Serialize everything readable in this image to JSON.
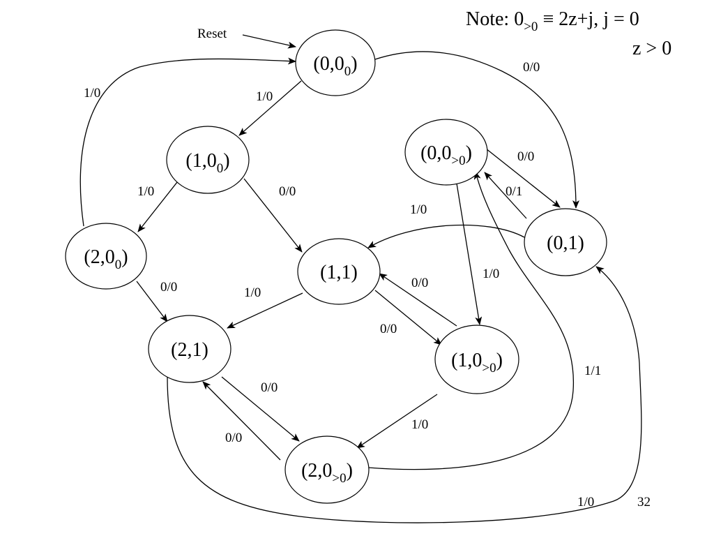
{
  "note": {
    "line1_prefix": "Note: 0",
    "line1_sub": ">0",
    "line1_suffix": " ≡ 2z+j, j = 0",
    "line2": "z > 0"
  },
  "reset_label": "Reset",
  "page_number": "32",
  "states": [
    {
      "id": "s00_0",
      "main": "(0,0",
      "sub": "0",
      "tail": ")"
    },
    {
      "id": "s10_0",
      "main": "(1,0",
      "sub": "0",
      "tail": ")"
    },
    {
      "id": "s20_0",
      "main": "(2,0",
      "sub": "0",
      "tail": ")"
    },
    {
      "id": "s11",
      "main": "(1,1)",
      "sub": "",
      "tail": ""
    },
    {
      "id": "s21",
      "main": "(2,1)",
      "sub": "",
      "tail": ""
    },
    {
      "id": "s00_gt0",
      "main": "(0,0",
      "sub": ">0",
      "tail": ")"
    },
    {
      "id": "s01",
      "main": "(0,1)",
      "sub": "",
      "tail": ""
    },
    {
      "id": "s10_gt0",
      "main": "(1,0",
      "sub": ">0",
      "tail": ")"
    },
    {
      "id": "s20_gt0",
      "main": "(2,0",
      "sub": ">0",
      "tail": ")"
    }
  ],
  "transitions": [
    {
      "from": "s00_0",
      "to": "s10_0",
      "label": "1/0"
    },
    {
      "from": "s00_0",
      "to": "s01",
      "label": "0/0"
    },
    {
      "from": "s20_0",
      "to": "s00_0",
      "label": "1/0"
    },
    {
      "from": "s10_0",
      "to": "s20_0",
      "label": "1/0"
    },
    {
      "from": "s10_0",
      "to": "s11",
      "label": "0/0"
    },
    {
      "from": "s20_0",
      "to": "s21",
      "label": "0/0"
    },
    {
      "from": "s11",
      "to": "s21",
      "label": "1/0"
    },
    {
      "from": "s11",
      "to": "s10_gt0",
      "label": "0/0"
    },
    {
      "from": "s10_gt0",
      "to": "s11",
      "label": "0/0"
    },
    {
      "from": "s21",
      "to": "s20_gt0",
      "label": "0/0"
    },
    {
      "from": "s20_gt0",
      "to": "s21",
      "label": "0/0"
    },
    {
      "from": "s10_gt0",
      "to": "s20_gt0",
      "label": "1/0"
    },
    {
      "from": "s00_gt0",
      "to": "s01",
      "label": "0/0"
    },
    {
      "from": "s01",
      "to": "s00_gt0",
      "label": "0/1"
    },
    {
      "from": "s01",
      "to": "s11",
      "label": "1/0"
    },
    {
      "from": "s00_gt0",
      "to": "s10_gt0",
      "label": "1/0"
    },
    {
      "from": "s20_gt0",
      "to": "s00_gt0",
      "label": "1/1"
    },
    {
      "from": "s21",
      "to": "s01",
      "label": "1/0"
    }
  ]
}
